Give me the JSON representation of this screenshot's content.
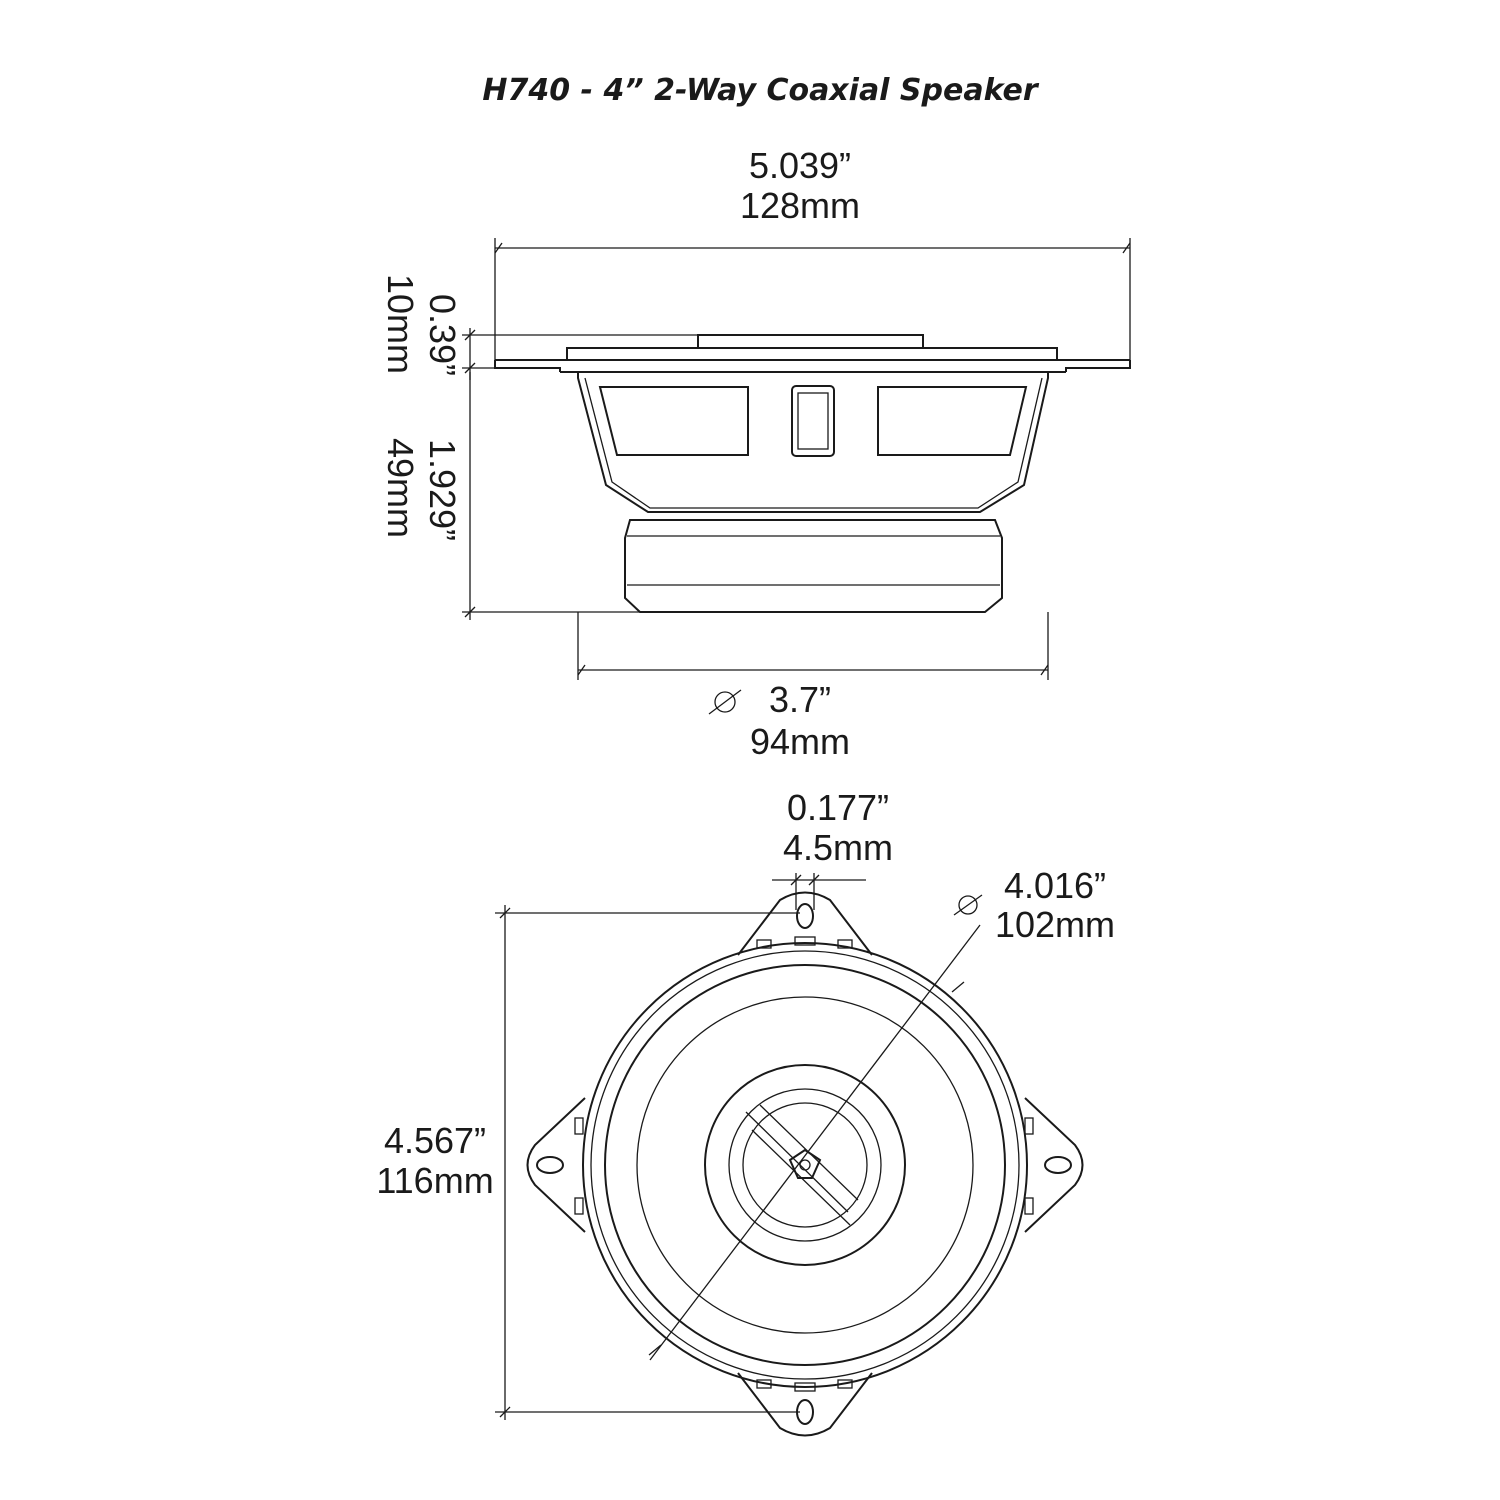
{
  "title": "H740 - 4” 2-Way Coaxial Speaker",
  "side_view": {
    "overall_width": {
      "inches": "5.039”",
      "mm": "128mm"
    },
    "flange_height": {
      "inches": "0.39”",
      "mm": "10mm"
    },
    "mount_depth": {
      "inches": "1.929”",
      "mm": "49mm"
    },
    "cutout_diameter": {
      "symbol": "Ø",
      "inches": "3.7”",
      "mm": "94mm"
    }
  },
  "front_view": {
    "hole_diameter": {
      "inches": "0.177”",
      "mm": "4.5mm"
    },
    "outer_diameter": {
      "symbol": "Ø",
      "inches": "4.016”",
      "mm": "102mm"
    },
    "overall_height": {
      "inches": "4.567”",
      "mm": "116mm"
    }
  }
}
